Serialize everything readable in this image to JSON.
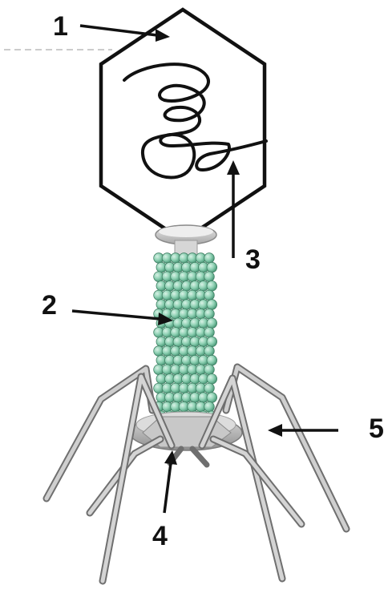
{
  "labels": [
    {
      "id": "1",
      "text": "1"
    },
    {
      "id": "2",
      "text": "2"
    },
    {
      "id": "3",
      "text": "3"
    },
    {
      "id": "4",
      "text": "4"
    },
    {
      "id": "5",
      "text": "5"
    }
  ],
  "colors": {
    "outline": "#111111",
    "tail_bead": "#8fd1b4",
    "tail_bead_shade": "#4f9d7c",
    "fiber": "#b8b8b8",
    "fiber_edge": "#6f6f6f",
    "collar": "#cfcfcf",
    "baseplate": "#bdbdbd"
  }
}
